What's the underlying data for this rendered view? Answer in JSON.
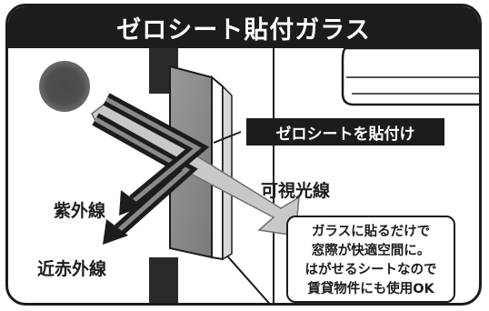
{
  "title": "ゼロシート貼付ガラス",
  "callout": "ゼロシートを貼付け",
  "labels": {
    "visible_light": "可視光線",
    "uv": "紫外線",
    "near_ir": "近赤外線"
  },
  "info_lines": [
    "ガラスに貼るだけで",
    "窓際が快適空間に。",
    "はがせるシートなので",
    "賃貸物件にも使用OK"
  ],
  "colors": {
    "dark": "#1c1c1c",
    "mid_gray": "#8a8a8a",
    "light_gray": "#c8c8c8",
    "sun": "#555555"
  }
}
